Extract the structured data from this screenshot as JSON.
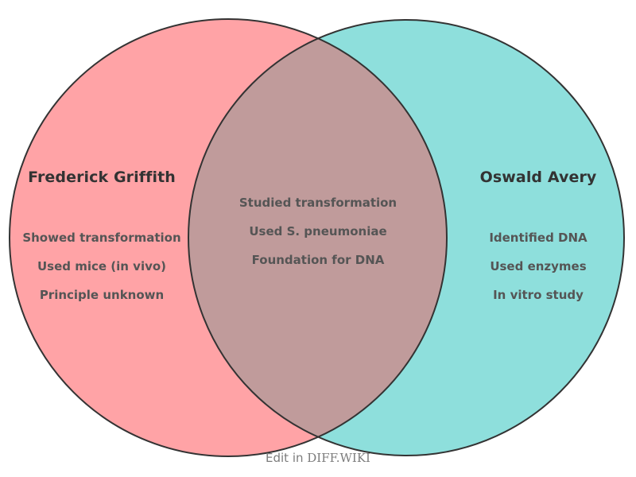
{
  "diagram": {
    "type": "venn",
    "background": "#ffffff",
    "stroke_color": "#333333",
    "title_color": "#333333",
    "item_color": "#555555",
    "left_set": {
      "title": "Frederick Griffith",
      "fill": "#FFA3A6",
      "items": [
        "Showed transformation",
        "Used mice (in vivo)",
        "Principle unknown"
      ]
    },
    "right_set": {
      "title": "Oswald Avery",
      "fill": "#8EDFDC",
      "items": [
        "Identified DNA",
        "Used enzymes",
        "In vitro study"
      ]
    },
    "intersection": {
      "fill": "#C09B9B",
      "items": [
        "Studied transformation",
        "Used S. pneumoniae",
        "Foundation for DNA"
      ]
    }
  },
  "footer": {
    "prefix": "Edit in ",
    "brand": "DIFF.WIKI"
  }
}
